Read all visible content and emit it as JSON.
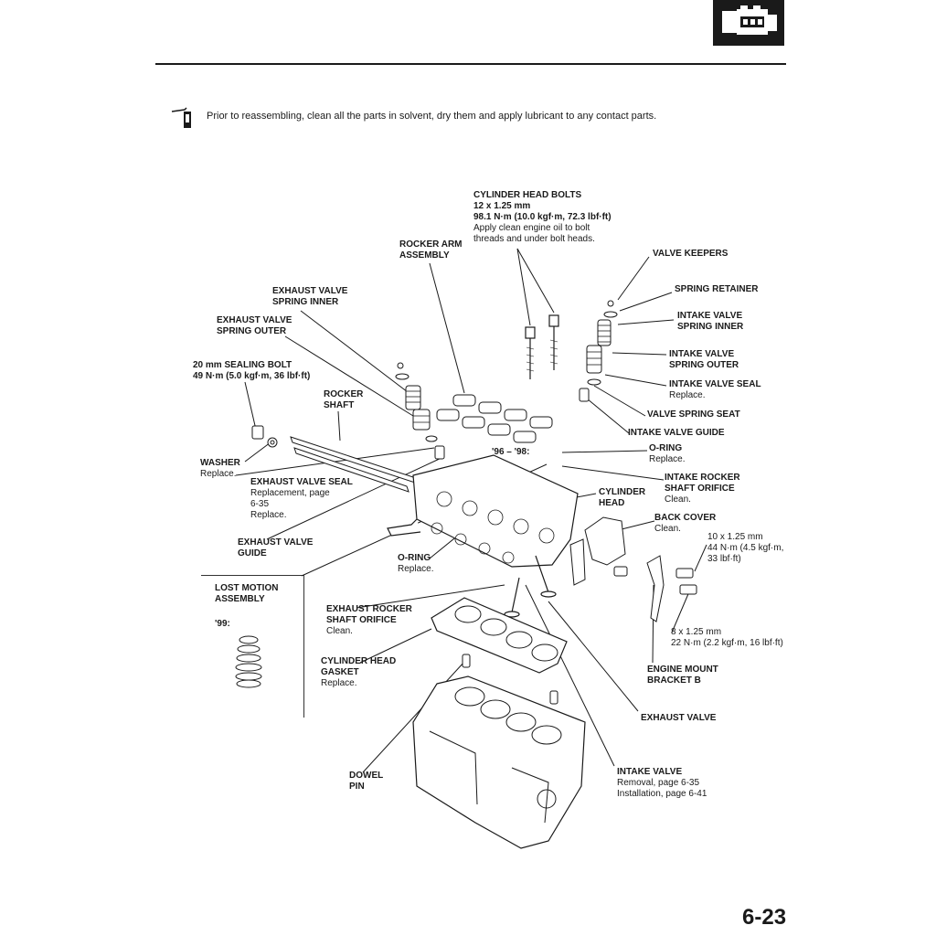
{
  "header": {
    "icon": "engine-icon",
    "note_icon": "tools-note-icon",
    "note": "Prior to reassembling, clean all the parts in solvent, dry them and apply lubricant to any contact parts."
  },
  "page_number": "6-23",
  "labels": {
    "cylinder_head_bolts": {
      "title": "CYLINDER HEAD BOLTS",
      "l1": "12 x 1.25 mm",
      "l2": "98.1 N·m (10.0 kgf·m, 72.3 lbf·ft)",
      "l3": "Apply clean engine oil to bolt",
      "l4": "threads and under bolt heads."
    },
    "rocker_arm_assembly": {
      "title1": "ROCKER ARM",
      "title2": "ASSEMBLY"
    },
    "valve_keepers": {
      "title": "VALVE KEEPERS"
    },
    "spring_retainer": {
      "title": "SPRING RETAINER"
    },
    "intake_valve_spring_inner": {
      "title1": "INTAKE VALVE",
      "title2": "SPRING INNER"
    },
    "intake_valve_spring_outer": {
      "title1": "INTAKE VALVE",
      "title2": "SPRING OUTER"
    },
    "intake_valve_seal": {
      "title": "INTAKE VALVE SEAL",
      "note": "Replace."
    },
    "valve_spring_seat": {
      "title": "VALVE SPRING SEAT"
    },
    "intake_valve_guide": {
      "title": "INTAKE VALVE GUIDE"
    },
    "o_ring_top": {
      "title": "O-RING",
      "note": "Replace."
    },
    "intake_rocker_shaft_orifice": {
      "title1": "INTAKE ROCKER",
      "title2": "SHAFT ORIFICE",
      "note": "Clean."
    },
    "cylinder_head": {
      "title1": "CYLINDER",
      "title2": "HEAD"
    },
    "back_cover": {
      "title": "BACK COVER",
      "note": "Clean."
    },
    "bolt_10": {
      "l1": "10 x 1.25 mm",
      "l2": "44 N·m (4.5 kgf·m,",
      "l3": "33 lbf·ft)"
    },
    "bolt_8": {
      "l1": "8 x 1.25 mm",
      "l2": "22 N·m (2.2 kgf·m, 16 lbf·ft)"
    },
    "engine_mount_bracket_b": {
      "title1": "ENGINE MOUNT",
      "title2": "BRACKET B"
    },
    "exhaust_valve": {
      "title": "EXHAUST VALVE"
    },
    "intake_valve": {
      "title": "INTAKE VALVE",
      "l1": "Removal, page 6-35",
      "l2": "Installation, page 6-41"
    },
    "dowel_pin": {
      "title1": "DOWEL",
      "title2": "PIN"
    },
    "cylinder_head_gasket": {
      "title1": "CYLINDER HEAD",
      "title2": "GASKET",
      "note": "Replace."
    },
    "exhaust_rocker_shaft_orifice": {
      "title1": "EXHAUST ROCKER",
      "title2": "SHAFT ORIFICE",
      "note": "Clean."
    },
    "o_ring_bottom": {
      "title": "O-RING",
      "note": "Replace."
    },
    "exhaust_valve_guide": {
      "title1": "EXHAUST VALVE",
      "title2": "GUIDE"
    },
    "exhaust_valve_seal": {
      "title": "EXHAUST VALVE SEAL",
      "l1": "Replacement, page",
      "l2": "6-35",
      "l3": "Replace."
    },
    "washer": {
      "title": "WASHER",
      "note": "Replace."
    },
    "rocker_shaft": {
      "title1": "ROCKER",
      "title2": "SHAFT"
    },
    "sealing_bolt": {
      "title": "20 mm SEALING BOLT",
      "l1": "49 N·m (5.0 kgf·m, 36 lbf·ft)"
    },
    "exhaust_valve_spring_outer": {
      "title1": "EXHAUST VALVE",
      "title2": "SPRING OUTER"
    },
    "exhaust_valve_spring_inner": {
      "title1": "EXHAUST VALVE",
      "title2": "SPRING INNER"
    },
    "year_9698": {
      "title": "'96 – '98:"
    },
    "lost_motion_assembly": {
      "title1": "LOST MOTION",
      "title2": "ASSEMBLY",
      "year": "'99:"
    }
  }
}
